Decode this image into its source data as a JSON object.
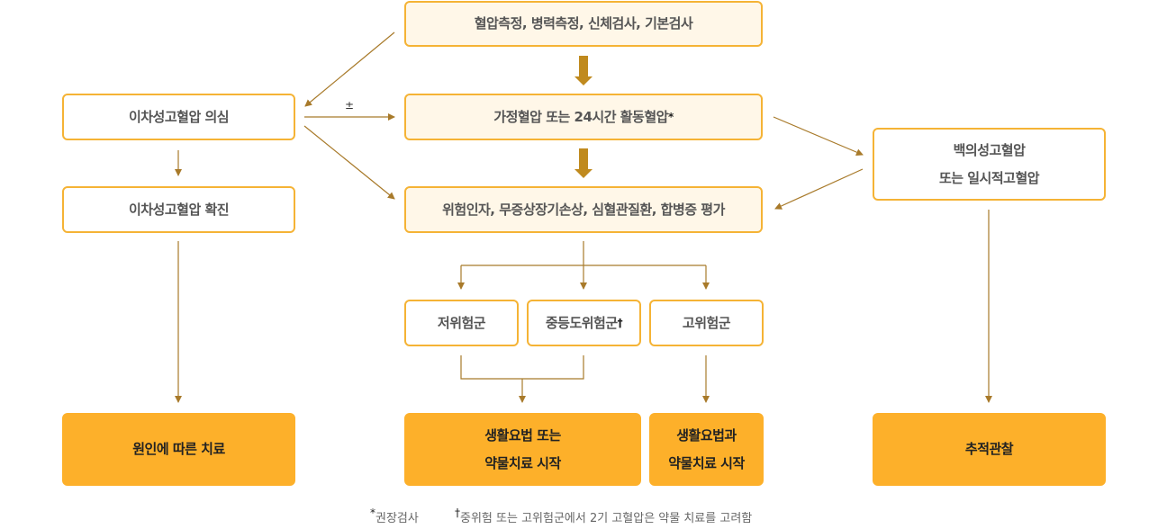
{
  "colors": {
    "border": "#f5b335",
    "light_fill": "#fff7e8",
    "result_fill": "#fdb02a",
    "arrow": "#a87a2a",
    "thick_arrow": "#c08a1e"
  },
  "boxes": {
    "measure": "혈압측정, 병력측정, 신체검사, 기본검사",
    "home_bp": "가정혈압 또는 24시간 활동혈압",
    "home_bp_mark": "*",
    "risk_eval": "위험인자, 무증상장기손상, 심혈관질환, 합병증 평가",
    "secondary_suspect": "이차성고혈압 의심",
    "secondary_confirm": "이차성고혈압 확진",
    "white_coat_line1": "백의성고혈압",
    "white_coat_line2": "또는 일시적고혈압",
    "low_risk": "저위험군",
    "mid_risk": "중등도위험군",
    "mid_risk_mark": "†",
    "high_risk": "고위험군",
    "cause_treat": "원인에 따른 치료",
    "lifestyle_or_line1": "생활요법 또는",
    "lifestyle_or_line2": "약물치료 시작",
    "lifestyle_and_line1": "생활요법과",
    "lifestyle_and_line2": "약물치료 시작",
    "follow_up": "추적관찰"
  },
  "plus_minus": "±",
  "footnotes": {
    "mark1": "*",
    "text1": "권장검사",
    "mark2": "†",
    "text2": "중위험 또는 고위험군에서 2기 고혈압은 약물 치료를 고려함"
  }
}
